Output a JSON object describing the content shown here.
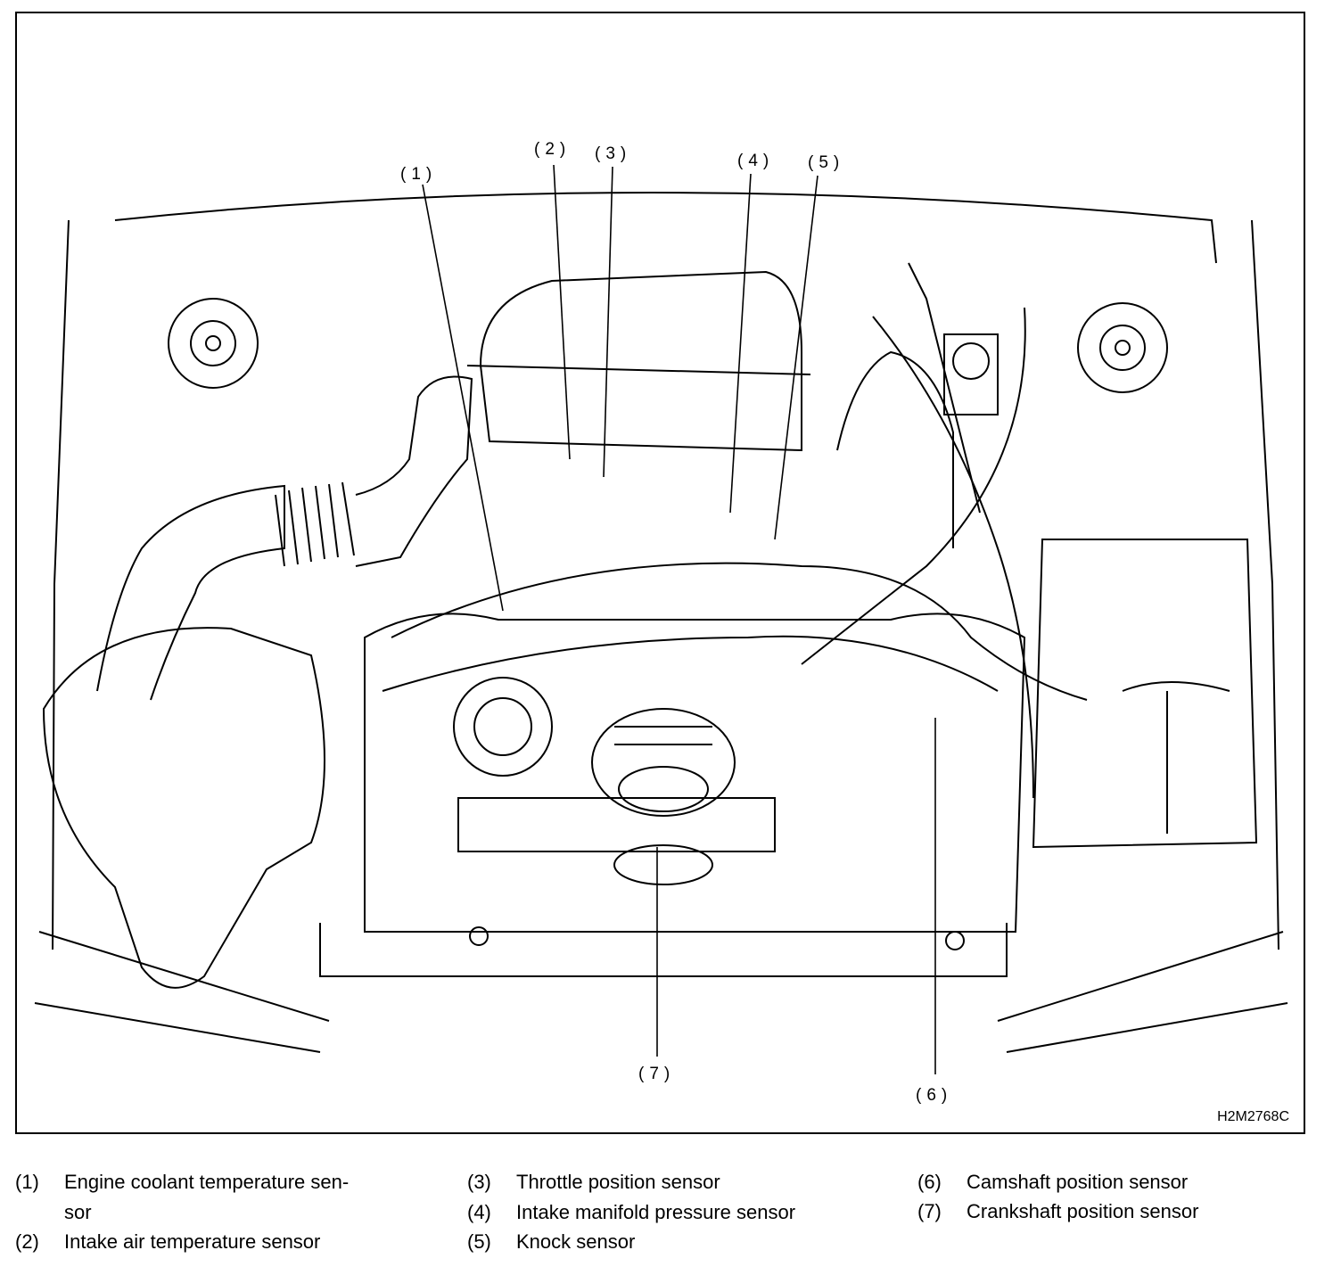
{
  "figure": {
    "code": "H2M2768C",
    "callouts": [
      "(1)",
      "(2)",
      "(3)",
      "(4)",
      "(5)",
      "(6)",
      "(7)"
    ]
  },
  "legend": [
    {
      "num": "(1)",
      "line1": "Engine coolant temperature sen-",
      "line2": "sor"
    },
    {
      "num": "(2)",
      "line1": "Intake air temperature sensor"
    },
    {
      "num": "(3)",
      "line1": "Throttle position sensor"
    },
    {
      "num": "(4)",
      "line1": "Intake manifold pressure sensor"
    },
    {
      "num": "(5)",
      "line1": "Knock sensor"
    },
    {
      "num": "(6)",
      "line1": "Camshaft position sensor"
    },
    {
      "num": "(7)",
      "line1": "Crankshaft position sensor"
    }
  ]
}
